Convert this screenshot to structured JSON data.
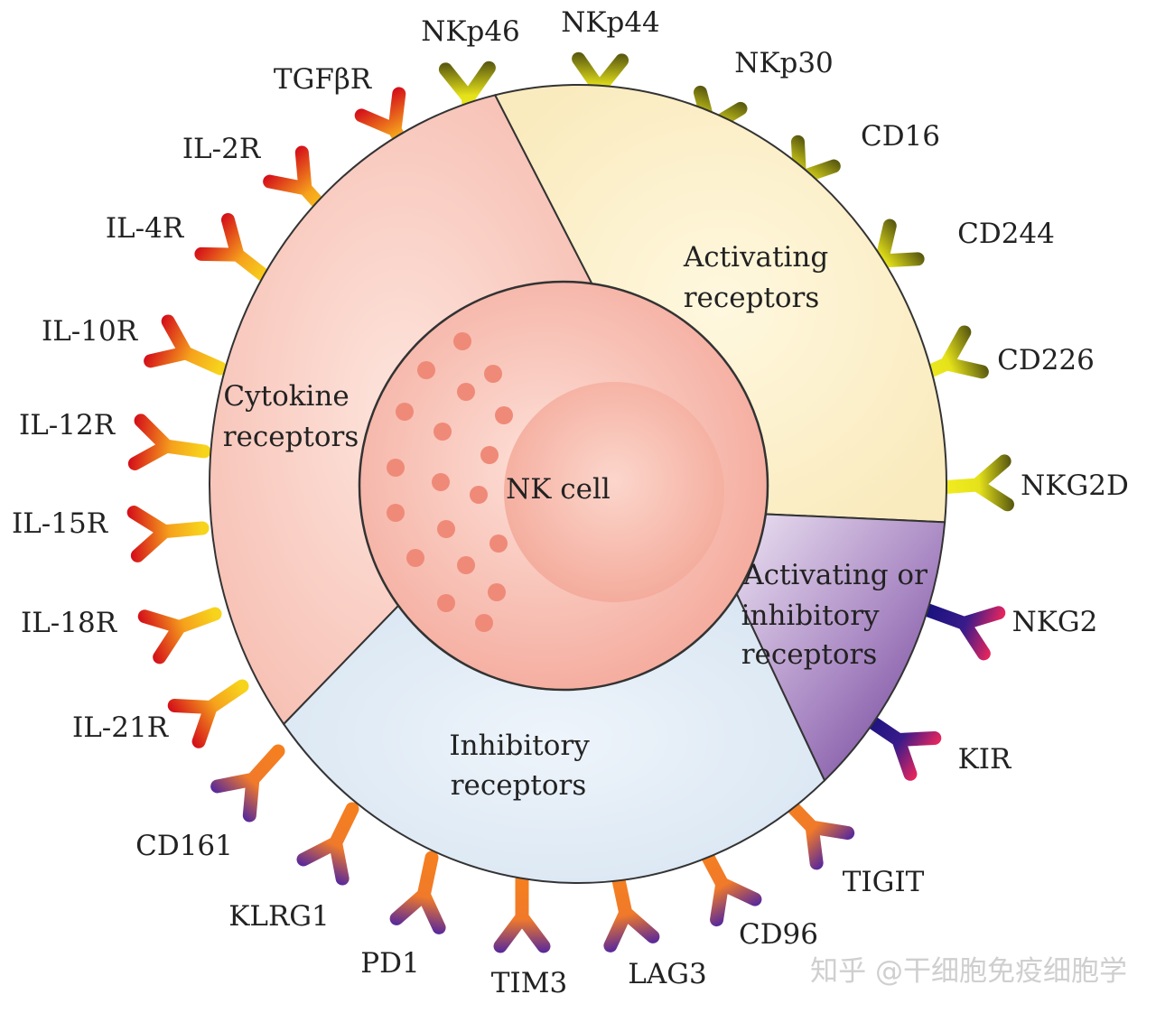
{
  "center_label": "NK cell",
  "sectors": {
    "cytokine": {
      "lines": [
        "Cytokine",
        "receptors"
      ],
      "color": "#f9c7bd"
    },
    "activating": {
      "lines": [
        "Activating",
        "receptors"
      ],
      "color": "#fbefc9"
    },
    "activating_or_inhibitory": {
      "lines": [
        "Activating or",
        "inhibitory",
        "receptors"
      ],
      "color": "#8b63ad"
    },
    "inhibitory": {
      "lines": [
        "Inhibitory",
        "receptors"
      ],
      "color": "#dfe9f4"
    }
  },
  "receptors": {
    "cytokine": [
      "TGFβR",
      "IL-2R",
      "IL-4R",
      "IL-10R",
      "IL-12R",
      "IL-15R",
      "IL-18R",
      "IL-21R"
    ],
    "activating": [
      "NKp46",
      "NKp44",
      "NKp30",
      "CD16",
      "CD244",
      "CD226",
      "NKG2D"
    ],
    "activating_or_inhibitory": [
      "NKG2",
      "KIR"
    ],
    "inhibitory": [
      "CD161",
      "KLRG1",
      "PD1",
      "TIM3",
      "LAG3",
      "CD96",
      "TIGIT"
    ]
  },
  "watermark": "知乎 @干细胞免疫细胞学",
  "colors": {
    "cytokine_receptor": "#f6a21c",
    "activating_receptor": "#eeea1a",
    "inhibitory_receptor": "#f57f1f",
    "mixed_receptor": "#3a1b8a",
    "nucleus": "#f5b0a4",
    "granule": "#ef8a78"
  }
}
